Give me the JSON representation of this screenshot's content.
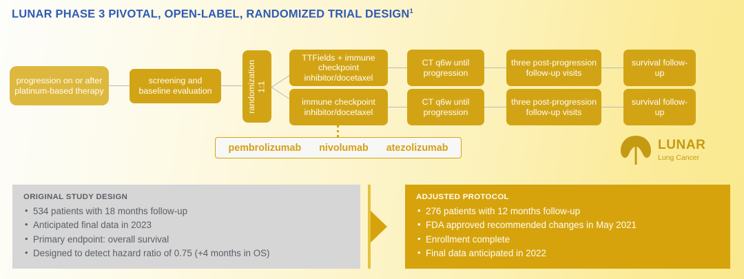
{
  "title": {
    "text": "LUNAR PHASE 3 PIVOTAL, OPEN-LABEL, RANDOMIZED TRIAL DESIGN",
    "superscript": "1"
  },
  "flow": {
    "entry": "progression on or after platinum-based therapy",
    "screening": "screening and baseline evaluation",
    "randomization": "randomization\n1:1",
    "arm_a": {
      "treatment": "TTFields + immune checkpoint inhibitor/docetaxel",
      "imaging": "CT q6w until progression",
      "followup_visits": "three post-progression follow-up visits",
      "survival": "survival follow-up"
    },
    "arm_b": {
      "treatment": "immune checkpoint inhibitor/docetaxel",
      "imaging": "CT q6w until progression",
      "followup_visits": "three post-progression follow-up visits",
      "survival": "survival follow-up"
    }
  },
  "drugs": [
    "pembrolizumab",
    "nivolumab",
    "atezolizumab"
  ],
  "logo": {
    "mark": "lunar-crescent-icon",
    "name": "LUNAR",
    "subtitle": "Lung Cancer"
  },
  "panels": {
    "original": {
      "heading": "ORIGINAL STUDY DESIGN",
      "items": [
        "534 patients with 18 months follow-up",
        "Anticipated final data in 2023",
        "Primary endpoint: overall survival",
        "Designed to detect hazard ratio of 0.75 (+4 months in OS)"
      ]
    },
    "adjusted": {
      "heading": "ADJUSTED PROTOCOL",
      "items": [
        "276 patients with 12 months follow-up",
        "FDA approved recommended changes in May 2021",
        "Enrollment complete",
        "Final data anticipated in 2022"
      ]
    }
  },
  "colors": {
    "title_blue": "#2f5ab5",
    "gold": "#d2a415",
    "gold_light": "#ddb83e",
    "panel_gray": "#d6d6d6",
    "panel_gold": "#d6a30d",
    "text_gray": "#5a5f66"
  }
}
